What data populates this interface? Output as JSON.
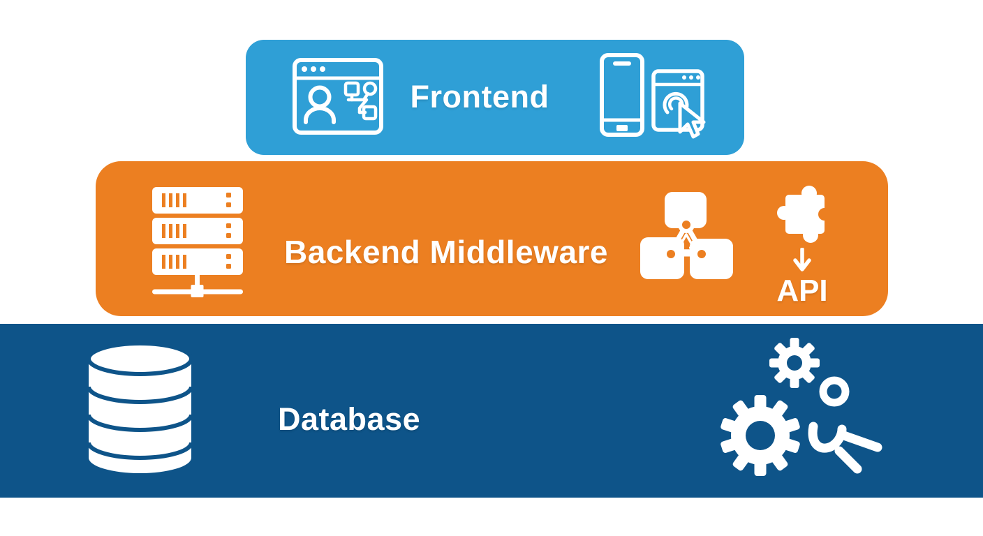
{
  "background": "#ffffff",
  "text_color": "#ffffff",
  "layers": {
    "frontend": {
      "label": "Frontend",
      "color": "#2f9fd6",
      "icons": [
        "app-window-user-flow-icon",
        "smartphone-icon",
        "browser-click-cursor-icon"
      ]
    },
    "backend": {
      "label": "Backend Middleware",
      "api_label": "API",
      "color": "#ec7f21",
      "icons": [
        "server-stack-icon",
        "node-cluster-warning-icon",
        "puzzle-piece-icon",
        "down-arrow-icon"
      ]
    },
    "database": {
      "label": "Database",
      "color": "#0e5489",
      "icons": [
        "database-cylinder-icon",
        "gears-person-icon"
      ]
    }
  }
}
